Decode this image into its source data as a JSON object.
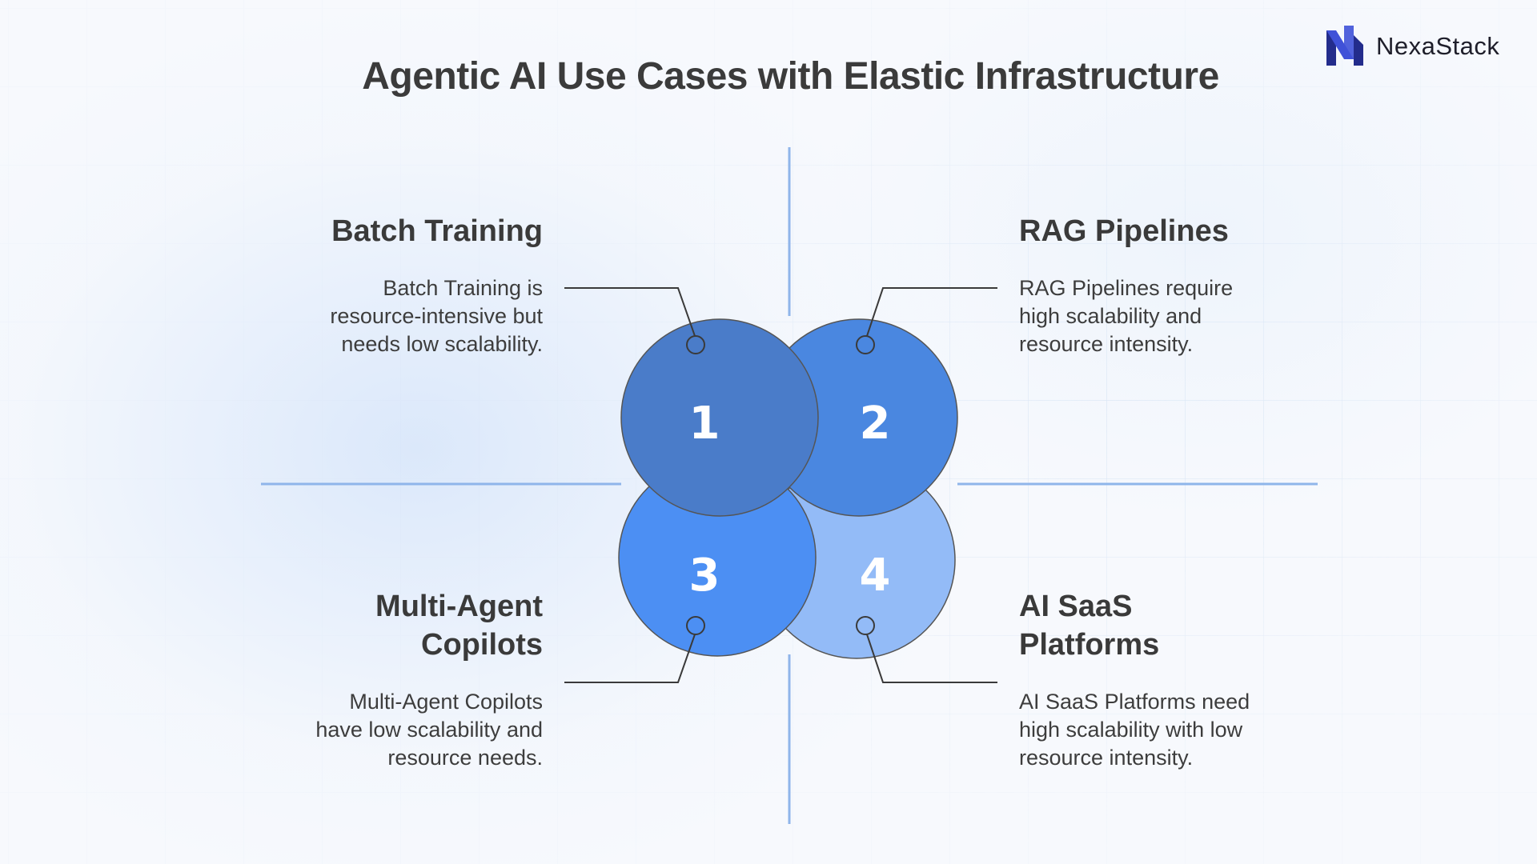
{
  "title": "Agentic AI Use Cases with Elastic Infrastructure",
  "brand": {
    "name": "NexaStack",
    "logo_icon": "nexastack-logo-icon",
    "colors": {
      "primary": "#3f51d8",
      "dark": "#232c8c"
    }
  },
  "colors": {
    "circle_1": "#4a7cc9",
    "circle_2": "#4a87e0",
    "circle_3": "#4c8ff3",
    "circle_4": "#93bbf7",
    "axis": "#8fb5ea",
    "connector": "#3a3a3a"
  },
  "quadrants": [
    {
      "number": "1",
      "heading": "Batch Training",
      "heading_lines": [
        "Batch Training"
      ],
      "description_lines": [
        "Batch Training is",
        "resource-intensive but",
        "needs low scalability."
      ]
    },
    {
      "number": "2",
      "heading": "RAG Pipelines",
      "heading_lines": [
        "RAG Pipelines"
      ],
      "description_lines": [
        "RAG Pipelines require",
        "high scalability and",
        "resource intensity."
      ]
    },
    {
      "number": "3",
      "heading": "Multi-Agent Copilots",
      "heading_lines": [
        "Multi-Agent",
        "Copilots"
      ],
      "description_lines": [
        "Multi-Agent Copilots",
        "have low scalability and",
        "resource needs."
      ]
    },
    {
      "number": "4",
      "heading": "AI SaaS Platforms",
      "heading_lines": [
        "AI SaaS",
        "Platforms"
      ],
      "description_lines": [
        "AI SaaS Platforms need",
        "high scalability with low",
        "resource intensity."
      ]
    }
  ]
}
